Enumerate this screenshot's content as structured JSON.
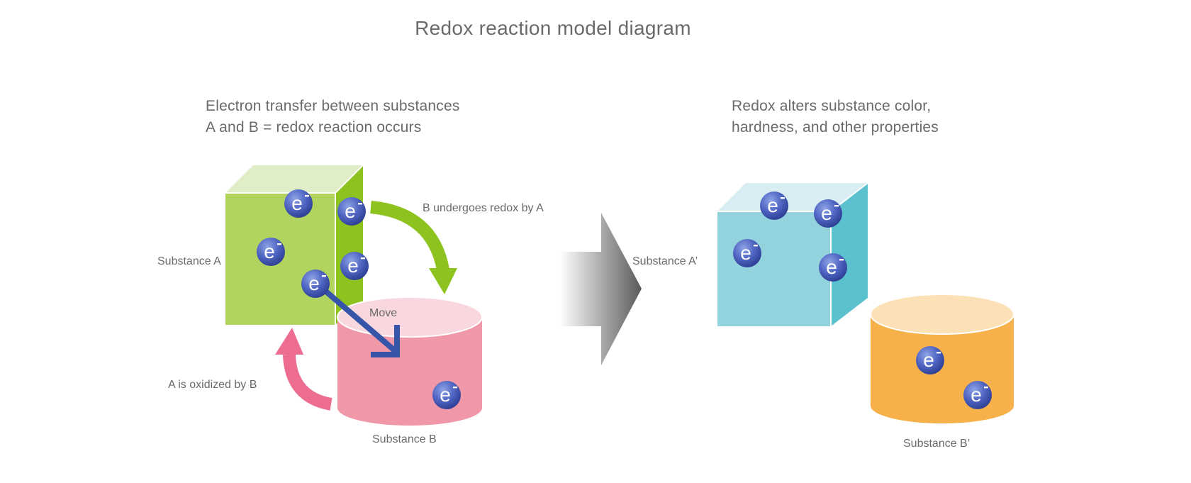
{
  "title": "Redox reaction model diagram",
  "left_panel": {
    "heading_line1": "Electron transfer between substances",
    "heading_line2": "A and B = redox reaction occurs",
    "substance_a": {
      "label": "Substance A",
      "shape": "cube",
      "color_front": "#b1d45e",
      "color_top": "#dfeec7",
      "color_side": "#8dc21f",
      "electron_count": 5
    },
    "substance_b": {
      "label": "Substance B",
      "shape": "cylinder",
      "color_body": "#f097a8",
      "color_top": "#f8d7de",
      "electron_count": 1
    },
    "arrow_b_redox": {
      "label": "B undergoes redox by A",
      "color": "#8dc21f"
    },
    "arrow_a_oxidized": {
      "label": "A is oxidized by B",
      "color": "#ec6d8f"
    },
    "move_arrow": {
      "label": "Move",
      "color": "#3755a8"
    }
  },
  "transition_arrow": {
    "icon": "right-arrow-icon",
    "color": "#666666"
  },
  "right_panel": {
    "heading_line1": "Redox alters substance color,",
    "heading_line2": "hardness, and other properties",
    "substance_a_prime": {
      "label": "Substance A’",
      "shape": "cube",
      "color_front": "#93d3dd",
      "color_top": "#d8eef2",
      "color_side": "#5bc1cf",
      "electron_count": 4
    },
    "substance_b_prime": {
      "label": "Substance B’",
      "shape": "cylinder",
      "color_body": "#f6b14a",
      "color_top": "#fde1b6",
      "electron_count": 2
    }
  },
  "electron": {
    "symbol": "e",
    "charge": "-"
  }
}
